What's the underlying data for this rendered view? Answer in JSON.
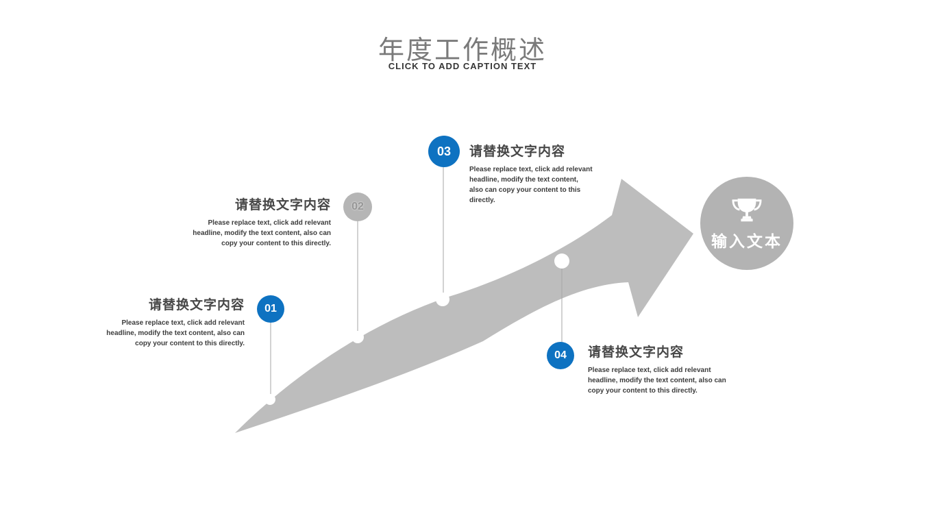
{
  "slide": {
    "title": "年度工作概述",
    "subtitle": "CLICK TO ADD CAPTION TEXT"
  },
  "steps": [
    {
      "number": "01",
      "heading": "请替换文字内容",
      "body": "Please replace text, click add relevant headline, modify the text content, also can copy your content to this directly."
    },
    {
      "number": "02",
      "heading": "请替换文字内容",
      "body": "Please replace text, click add relevant headline, modify the text content, also can copy your content to this directly."
    },
    {
      "number": "03",
      "heading": "请替换文字内容",
      "body": "Please replace text, click add relevant headline, modify the text content, also can copy your content to this directly."
    },
    {
      "number": "04",
      "heading": "请替换文字内容",
      "body": "Please replace text, click add relevant headline, modify the text content, also can copy your content to this directly."
    }
  ],
  "goal": {
    "label": "输入文本",
    "icon": "trophy-icon"
  },
  "colors": {
    "accent_blue": "#0e72c1",
    "arrow_gray": "#bdbdbd",
    "goal_circle_gray": "#b3b3b3",
    "step2_circle_gray": "#b5b5b5",
    "title_gray": "#7a7a7a",
    "text_dark": "#3c3c3c"
  }
}
